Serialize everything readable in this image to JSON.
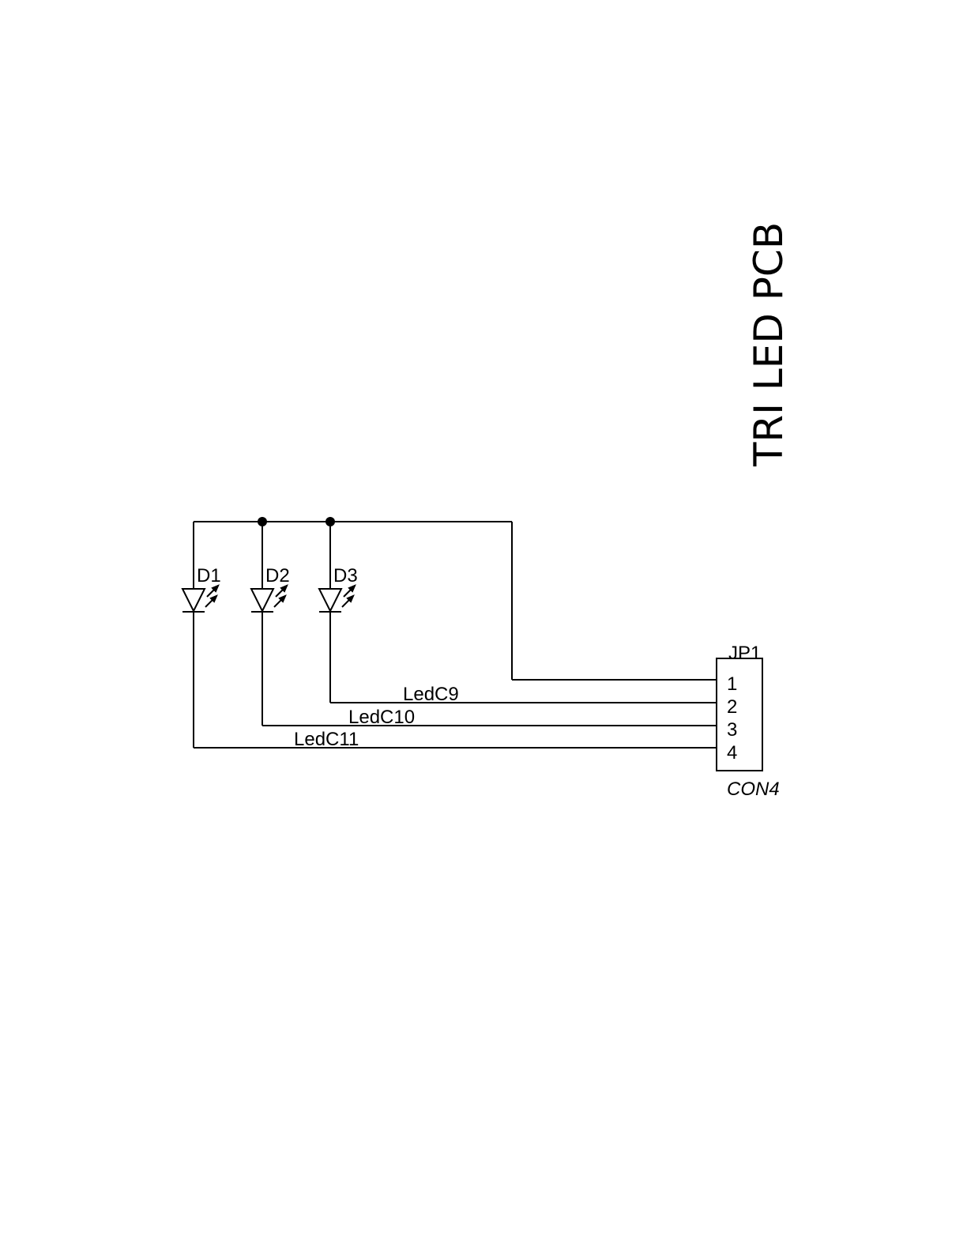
{
  "title": "TRI LED PCB",
  "diodes": [
    {
      "ref": "D1"
    },
    {
      "ref": "D2"
    },
    {
      "ref": "D3"
    }
  ],
  "nets": [
    {
      "name": "LedC9"
    },
    {
      "name": "LedC10"
    },
    {
      "name": "LedC11"
    }
  ],
  "connector": {
    "ref": "JP1",
    "value": "CON4",
    "pins": [
      "1",
      "2",
      "3",
      "4"
    ]
  }
}
